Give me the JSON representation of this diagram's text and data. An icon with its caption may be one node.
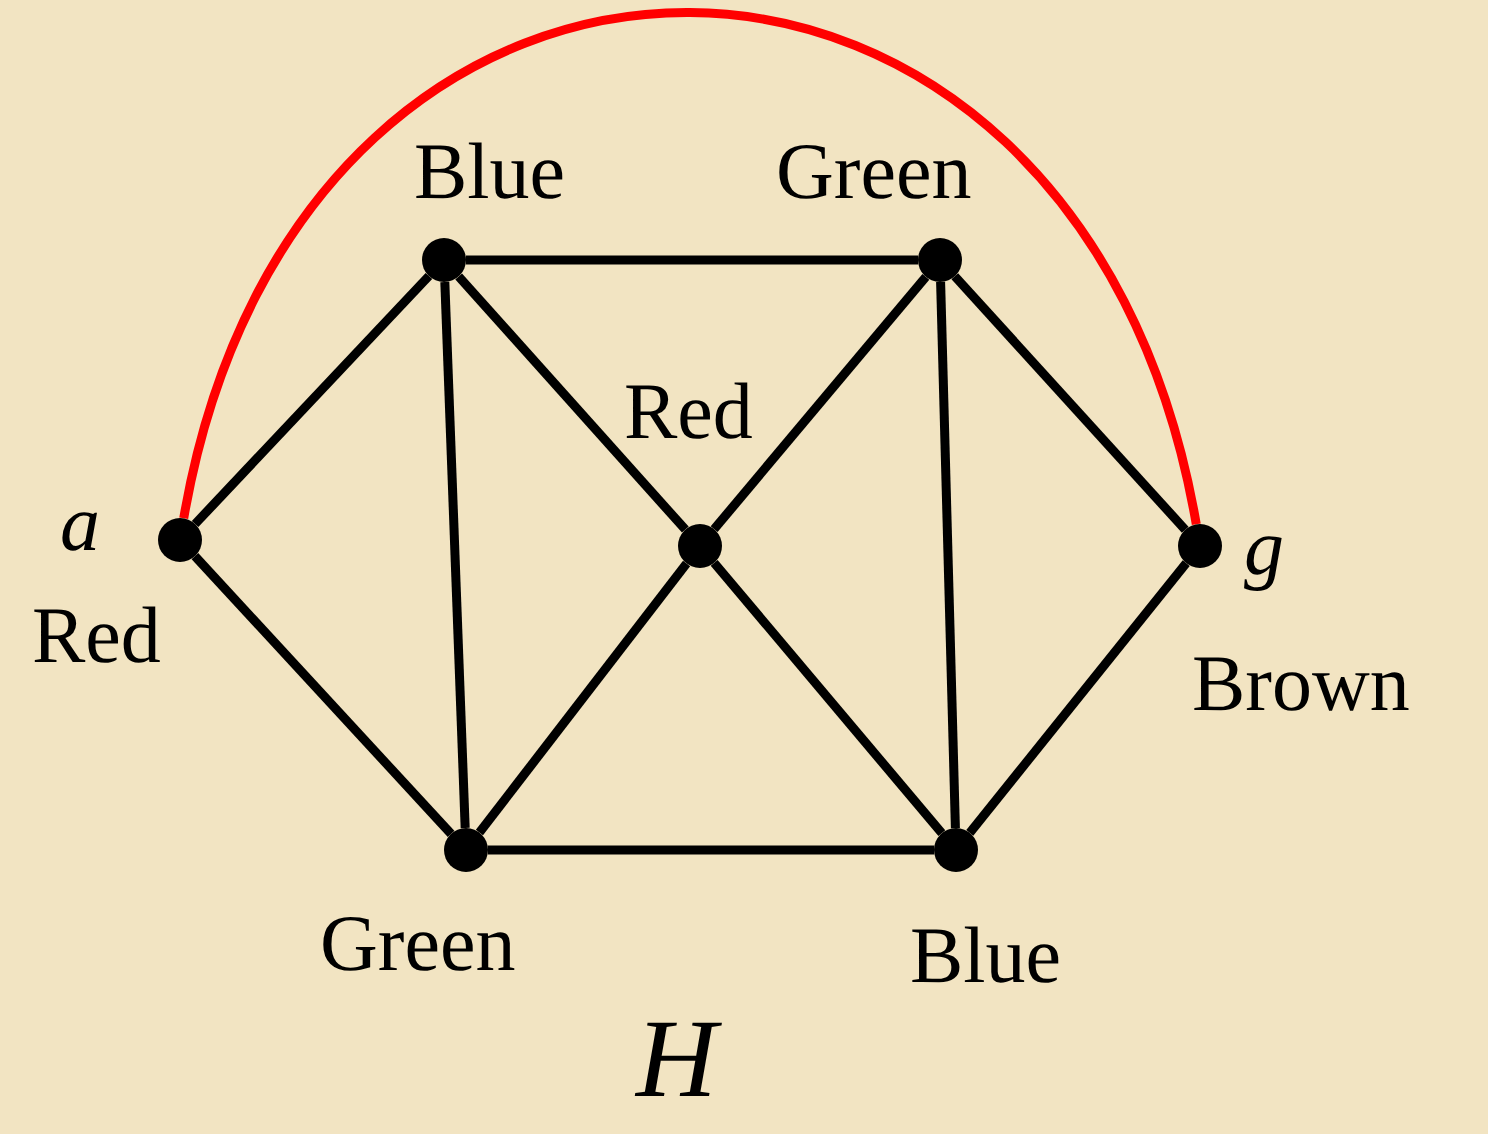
{
  "diagram": {
    "caption": "H",
    "nodes": [
      {
        "text": [],
        "shape": "circle",
        "beside": [
          "a",
          "Red"
        ]
      },
      {
        "text": [],
        "shape": "circle",
        "beside": [
          "Blue"
        ]
      },
      {
        "text": [],
        "shape": "circle",
        "beside": [
          "Green"
        ]
      },
      {
        "text": [],
        "shape": "circle",
        "beside": [
          "Red"
        ]
      },
      {
        "text": [],
        "shape": "circle",
        "beside": [
          "g",
          "Brown"
        ]
      },
      {
        "text": [],
        "shape": "circle",
        "beside": [
          "Green"
        ]
      },
      {
        "text": [],
        "shape": "circle",
        "beside": [
          "Blue"
        ]
      }
    ],
    "edges": [
      {
        "from": 0,
        "to": 4,
        "arrow": "none",
        "color": "#ff0000"
      },
      {
        "from": 1,
        "to": 2,
        "arrow": "none"
      },
      {
        "from": 0,
        "to": 1,
        "arrow": "none"
      },
      {
        "from": 1,
        "to": 3,
        "arrow": "none"
      },
      {
        "from": 1,
        "to": 5,
        "arrow": "none"
      },
      {
        "from": 2,
        "to": 3,
        "arrow": "none"
      },
      {
        "from": 2,
        "to": 6,
        "arrow": "none"
      },
      {
        "from": 2,
        "to": 4,
        "arrow": "none"
      },
      {
        "from": 0,
        "to": 5,
        "arrow": "none"
      },
      {
        "from": 3,
        "to": 5,
        "arrow": "none"
      },
      {
        "from": 3,
        "to": 6,
        "arrow": "none"
      },
      {
        "from": 4,
        "to": 6,
        "arrow": "none"
      },
      {
        "from": 5,
        "to": 6,
        "arrow": "none"
      }
    ]
  }
}
